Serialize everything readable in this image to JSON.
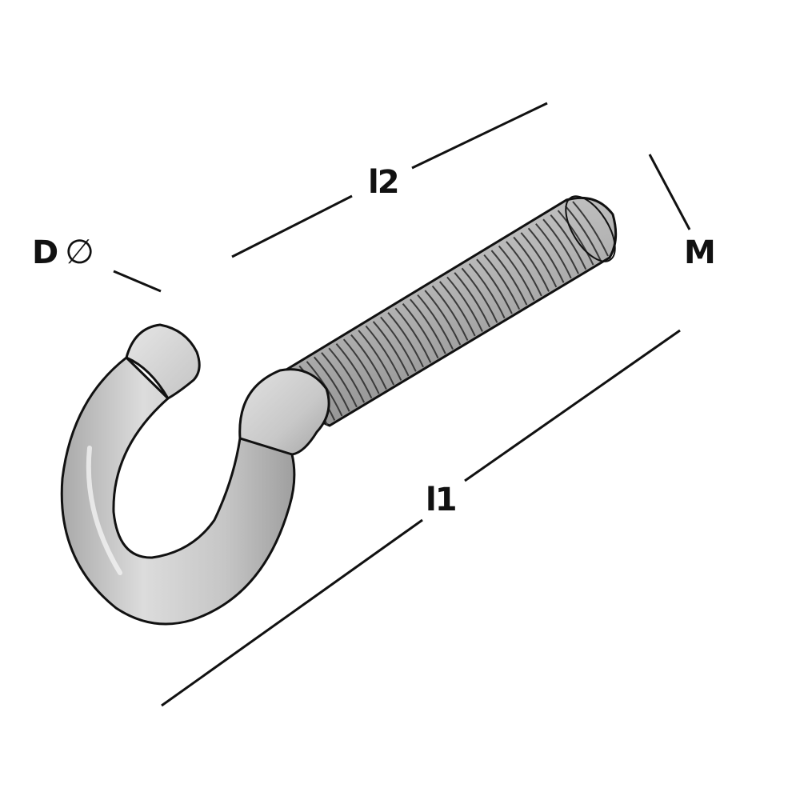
{
  "diagram": {
    "labels": {
      "hook_diameter": "D",
      "diameter_symbol": "∅",
      "thread_length": "l2",
      "thread_size": "M",
      "total_length": "l1"
    },
    "colors": {
      "background": "#ffffff",
      "line": "#111111",
      "metal_light": "#e4e4e4",
      "metal_mid": "#c9c9c9",
      "metal_dark": "#a8a8a8"
    }
  }
}
